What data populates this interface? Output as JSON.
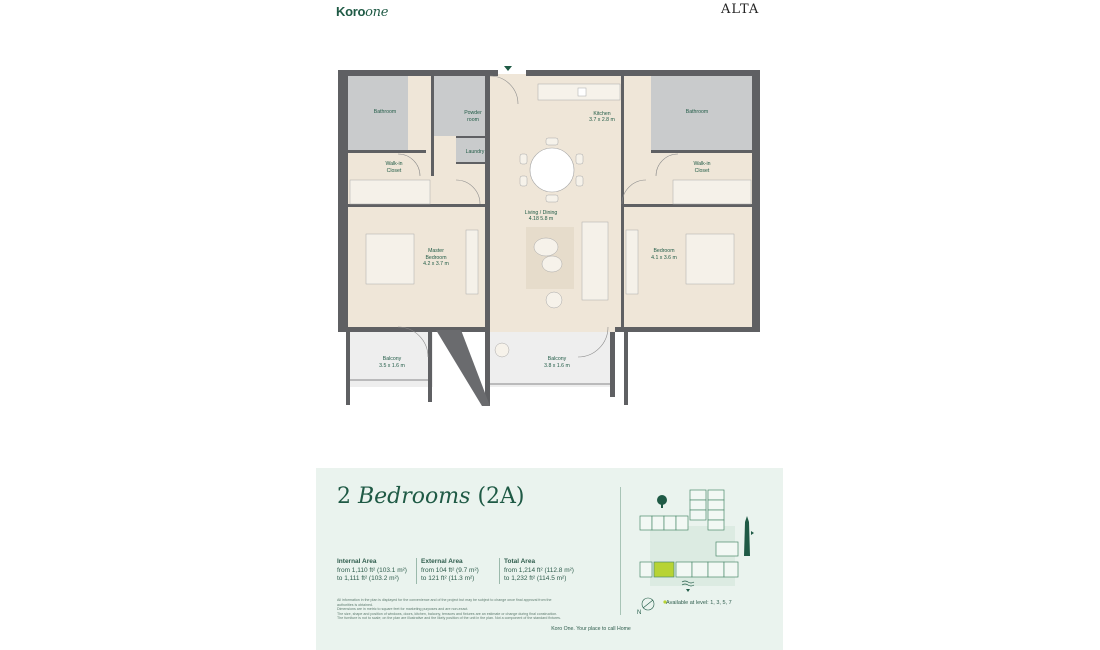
{
  "brand": {
    "logo": "Koro",
    "logo_suffix": "one",
    "project": "ALTA"
  },
  "plan_labels": {
    "bathroom_left": "Bathroom",
    "powder_room_1": "Powder",
    "powder_room_2": "room",
    "laundry": "Laundry",
    "kitchen": "Kitchen",
    "kitchen_size": "3.7 x 2.8 m",
    "bathroom_right": "Bathroom",
    "walkin_left_1": "Walk-in",
    "walkin_left_2": "Closet",
    "walkin_right_1": "Walk-in",
    "walkin_right_2": "Closet",
    "living": "Living / Dining",
    "living_size": "4.18 5.8 m",
    "master_1": "Master",
    "master_2": "Bedroom",
    "master_size": "4.2 x 3.7 m",
    "bedroom": "Bedroom",
    "bedroom_size": "4.1 x 3.6 m",
    "balcony_left": "Balcony",
    "balcony_left_size": "3.5 x 1.6 m",
    "balcony_mid": "Balcony",
    "balcony_mid_size": "3.8 x 1.6 m"
  },
  "unit": {
    "count": "2",
    "type": "Bedrooms",
    "code": "(2A)"
  },
  "areas": [
    {
      "label": "Internal Area",
      "line1": "from 1,110 ft² (103.1 m²)",
      "line2": "to 1,111 ft² (103.2 m²)"
    },
    {
      "label": "External Area",
      "line1": "from 104 ft² (9.7 m²)",
      "line2": "to 121 ft² (11.3 m²)"
    },
    {
      "label": "Total Area",
      "line1": "from 1,214 ft² (112.8 m²)",
      "line2": "to 1,232 ft² (114.5 m²)"
    }
  ],
  "disclaimer": {
    "line1": "All information in the plan is displayed for the convenience and of the project but may be subject to change once final approval from the authorities is obtained.",
    "line2": "Dimensions are in metric to square feet for marketing purposes and are non-exact.",
    "line3": "The size, shape and position of windows, doors, kitchen, balcony, terraces and fixtures are an estimate or change during final construction.",
    "line4": "The furniture is not to scale; on the plan are illustrative and the likely position of the unit in the plan. Not a component of the standard fixtures."
  },
  "tagline": "Koro One. Your place to call Home",
  "site_plan": {
    "availability": "Available at level: 1, 3, 5, 7",
    "north": "N",
    "highlight_color": "#b7d334"
  },
  "colors": {
    "brand_green": "#1f5a45",
    "card_bg": "#eaf3ee",
    "floor_wood": "#efe6d8",
    "wet_area": "#c9cbcc",
    "wall": "#5f6063"
  }
}
